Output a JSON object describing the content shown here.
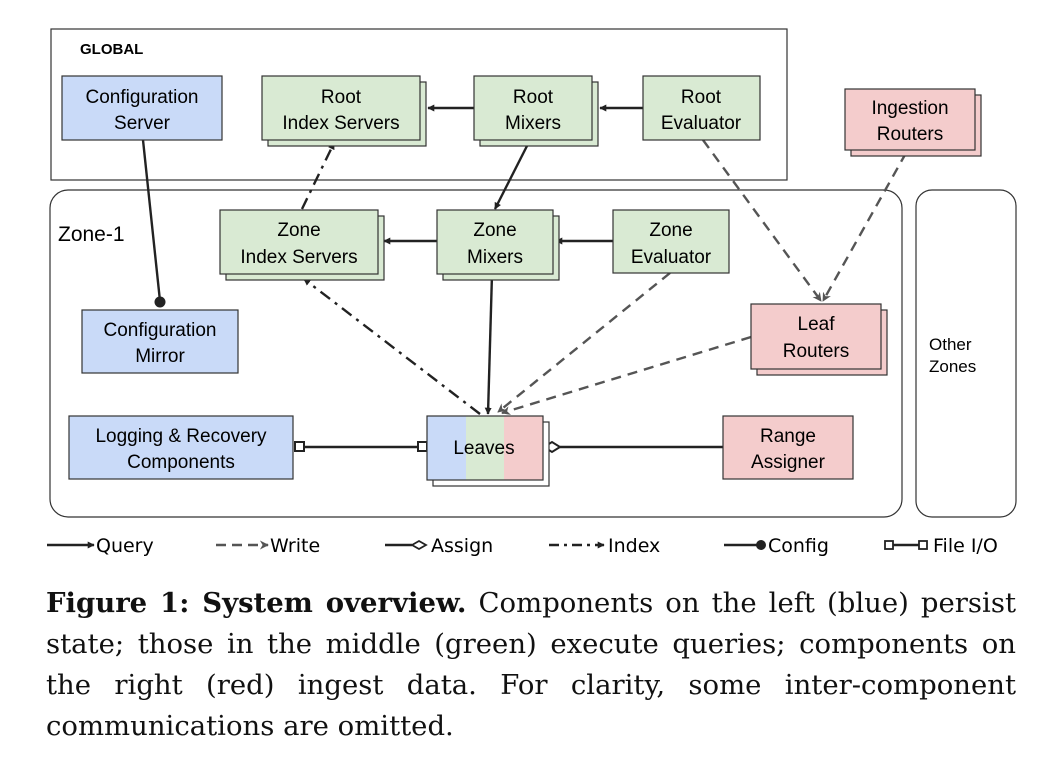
{
  "colors": {
    "blue": "#c9daf8",
    "green": "#d9ead3",
    "red": "#f4cccc",
    "stroke": "#222222",
    "write": "#555555"
  },
  "regions": {
    "global": "GLOBAL",
    "zone": "Zone-1",
    "other_zones": [
      "Other",
      "Zones"
    ]
  },
  "nodes": {
    "config_server": [
      "Configuration",
      "Server"
    ],
    "root_index": [
      "Root",
      "Index Servers"
    ],
    "root_mixers": [
      "Root",
      "Mixers"
    ],
    "root_evaluator": [
      "Root",
      "Evaluator"
    ],
    "ingestion_routers": [
      "Ingestion",
      "Routers"
    ],
    "zone_index": [
      "Zone",
      "Index Servers"
    ],
    "zone_mixers": [
      "Zone",
      "Mixers"
    ],
    "zone_evaluator": [
      "Zone",
      "Evaluator"
    ],
    "config_mirror": [
      "Configuration",
      "Mirror"
    ],
    "leaf_routers": [
      "Leaf",
      "Routers"
    ],
    "logging": [
      "Logging & Recovery",
      "Components"
    ],
    "leaves": "Leaves",
    "range_assigner": [
      "Range",
      "Assigner"
    ]
  },
  "legend": {
    "query": "Query",
    "write": "Write",
    "assign": "Assign",
    "index": "Index",
    "config": "Config",
    "fileio": "File I/O"
  },
  "caption": {
    "label": "Figure 1: System overview.",
    "text": "Components on the left (blue) persist state; those in the middle (green) execute queries; components on the right (red) ingest data. For clarity, some inter-component communications are omitted."
  }
}
